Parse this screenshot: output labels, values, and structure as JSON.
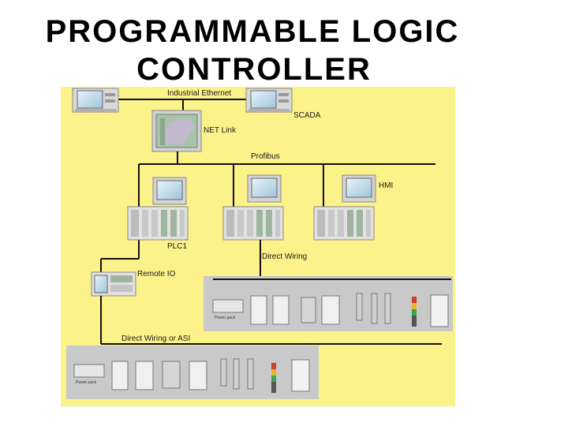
{
  "title": {
    "line1": "PROGRAMMABLE LOGIC",
    "line2": "CONTROLLER"
  },
  "labels": {
    "industrial_ethernet": "Industrial Ethernet",
    "scada": "SCADA",
    "net_link": "NET Link",
    "profibus": "Profibus",
    "hmi": "HMI",
    "plc1": "PLC1",
    "direct_wiring": "Direct Wiring",
    "remote_io": "Remote IO",
    "direct_wiring_asi": "Direct Wiring or ASI",
    "power_pack": "Power pack"
  },
  "colors": {
    "panel": "#fcf28a",
    "bus": "#111111",
    "field_strip": "#c9c9c9",
    "device": "#e6e6e6"
  }
}
